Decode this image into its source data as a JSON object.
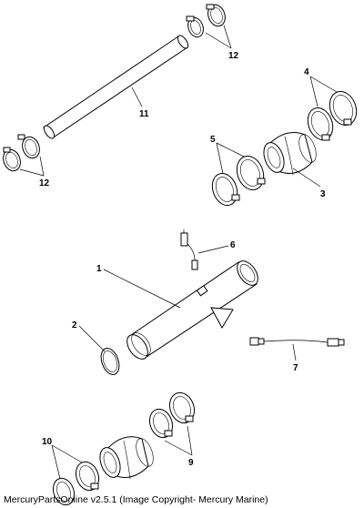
{
  "callouts": {
    "c1": "1",
    "c2": "2",
    "c3": "3",
    "c4": "4",
    "c5": "5",
    "c6": "6",
    "c7": "7",
    "c9": "9",
    "c10": "10",
    "c11": "11",
    "c12a": "12",
    "c12b": "12"
  },
  "footer": {
    "copyright": "MercuryPartsOnline v2.5.1 (Image Copyright- Mercury Marine)"
  },
  "colors": {
    "ink": "#000000",
    "background": "#ffffff"
  }
}
